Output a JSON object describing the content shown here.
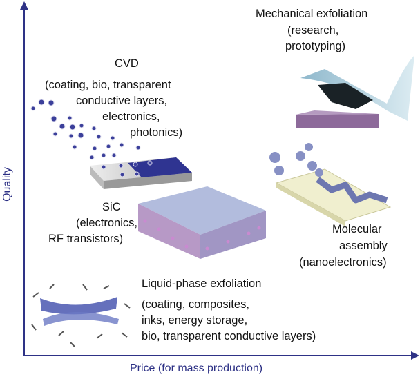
{
  "axes": {
    "y_label": "Quality",
    "x_label": "Price (for mass production)",
    "color": "#2e3286"
  },
  "methods": {
    "cvd": {
      "title": "CVD",
      "lines": [
        "(coating, bio, transparent",
        "conductive layers,",
        "electronics,",
        "photonics)"
      ]
    },
    "mechanical": {
      "title": "Mechanical exfoliation",
      "lines": [
        "(research,",
        "prototyping)"
      ]
    },
    "sic": {
      "title": "SiC",
      "lines": [
        "(electronics,",
        "RF transistors)"
      ]
    },
    "molecular": {
      "title": "Molecular",
      "lines": [
        "assembly",
        "(nanoelectronics)"
      ]
    },
    "liquid": {
      "title": "Liquid-phase exfoliation",
      "lines": [
        "(coating, composites,",
        "inks, energy storage,",
        "bio, transparent conductive layers)"
      ]
    }
  }
}
